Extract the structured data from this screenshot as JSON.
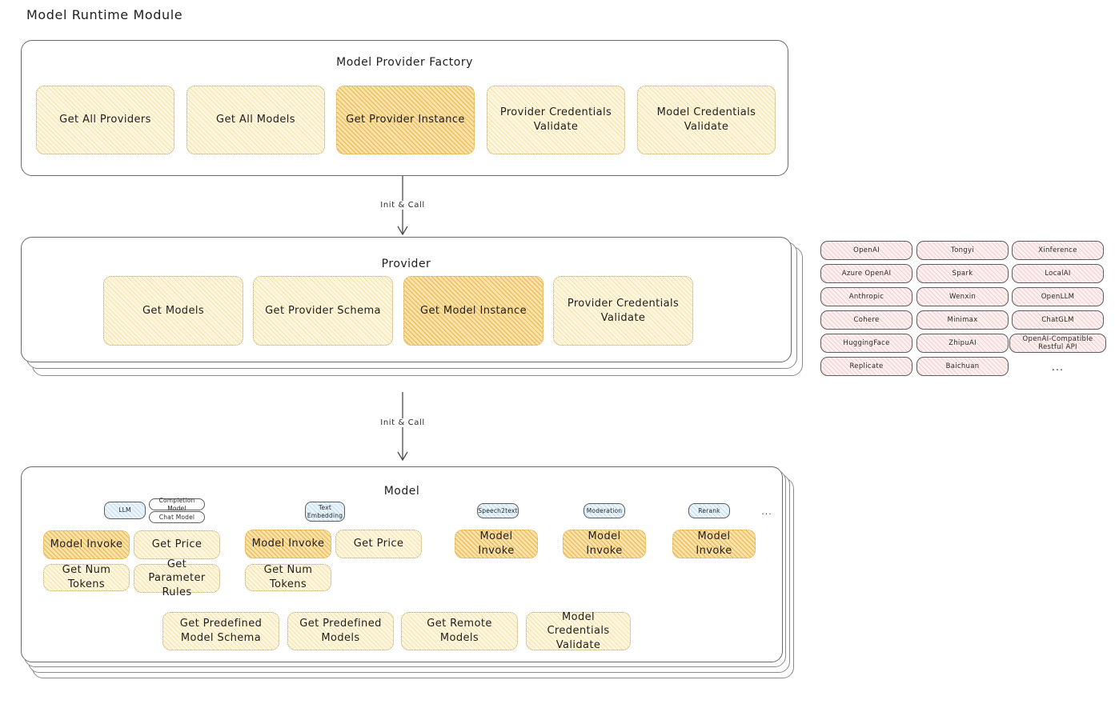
{
  "page": {
    "title": "Model Runtime Module"
  },
  "colors": {
    "node_light": "#fdf6e0",
    "node_highlight": "#fbe3ad",
    "provider_chip": "#fdf0f0",
    "model_badge": "#eaf4fb",
    "stroke": "#6a6a6a",
    "text": "#1e1e1e"
  },
  "factory": {
    "title": "Model Provider Factory",
    "nodes": [
      {
        "label": "Get All Providers",
        "highlight": false
      },
      {
        "label": "Get All Models",
        "highlight": false
      },
      {
        "label": "Get Provider Instance",
        "highlight": true
      },
      {
        "label": "Provider Credentials Validate",
        "highlight": false
      },
      {
        "label": "Model Credentials Validate",
        "highlight": false
      }
    ]
  },
  "arrows": [
    {
      "label": "Init & Call"
    },
    {
      "label": "Init & Call"
    }
  ],
  "provider": {
    "title": "Provider",
    "nodes": [
      {
        "label": "Get Models",
        "highlight": false
      },
      {
        "label": "Get Provider Schema",
        "highlight": false
      },
      {
        "label": "Get Model Instance",
        "highlight": true
      },
      {
        "label": "Provider Credentials Validate",
        "highlight": false
      }
    ]
  },
  "provider_list": {
    "ellipsis": "...",
    "columns": [
      {
        "items": [
          "OpenAI",
          "Azure OpenAI",
          "Anthropic",
          "Cohere",
          "HuggingFace",
          "Replicate"
        ]
      },
      {
        "items": [
          "Tongyi",
          "Spark",
          "Wenxin",
          "Minimax",
          "ZhipuAI",
          "Baichuan"
        ]
      },
      {
        "items": [
          "Xinference",
          "LocalAI",
          "OpenLLM",
          "ChatGLM",
          "OpenAI-Compatible Restful API"
        ]
      }
    ]
  },
  "model": {
    "title": "Model",
    "ellipsis": "...",
    "types": [
      {
        "name": "LLM",
        "variants": [
          "Completion Model",
          "Chat Model"
        ]
      },
      {
        "name": "Text Embedding",
        "variants": []
      },
      {
        "name": "Speech2text",
        "variants": []
      },
      {
        "name": "Moderation",
        "variants": []
      },
      {
        "name": "Rerank",
        "variants": []
      }
    ],
    "columns": [
      {
        "nodes": [
          {
            "label": "Model Invoke",
            "highlight": true
          },
          {
            "label": "Get Price",
            "highlight": false
          },
          {
            "label": "Get Num Tokens",
            "highlight": false
          },
          {
            "label": "Get Parameter Rules",
            "highlight": false
          }
        ]
      },
      {
        "nodes": [
          {
            "label": "Model Invoke",
            "highlight": true
          },
          {
            "label": "Get Price",
            "highlight": false
          },
          {
            "label": "Get Num Tokens",
            "highlight": false
          }
        ]
      },
      {
        "nodes": [
          {
            "label": "Model Invoke",
            "highlight": true
          }
        ]
      },
      {
        "nodes": [
          {
            "label": "Model Invoke",
            "highlight": true
          }
        ]
      },
      {
        "nodes": [
          {
            "label": "Model Invoke",
            "highlight": true
          }
        ]
      }
    ],
    "shared_nodes": [
      {
        "label": "Get Predefined Model Schema"
      },
      {
        "label": "Get Predefined Models"
      },
      {
        "label": "Get Remote Models"
      },
      {
        "label": "Model Credentials Validate"
      }
    ]
  }
}
